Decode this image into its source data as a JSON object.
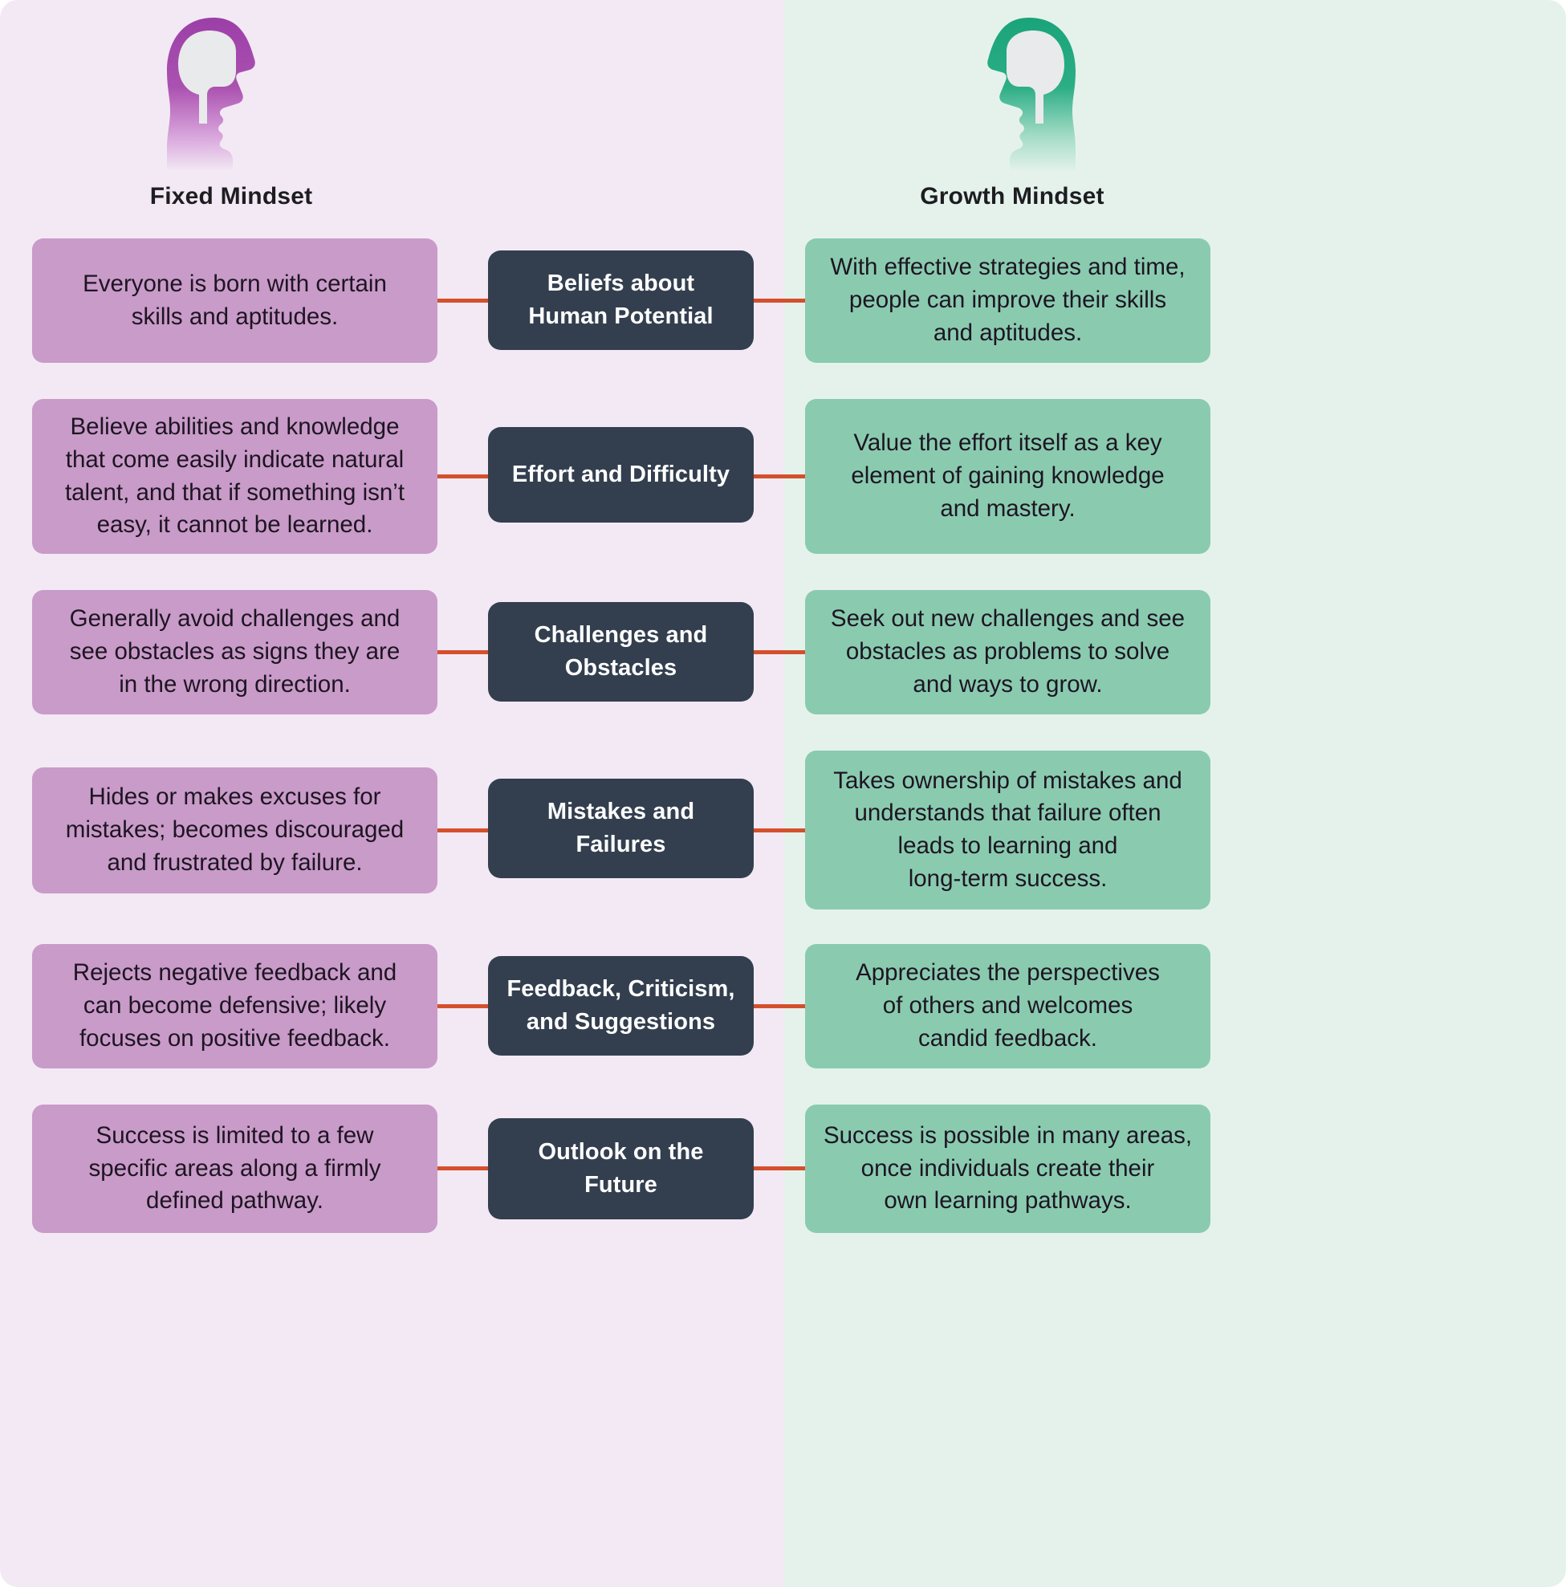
{
  "colors": {
    "background_left": "#f3e9f4",
    "background_right": "#e5f2ec",
    "card_left": "#c99bc9",
    "card_right": "#8acbb0",
    "card_center": "#333f4f",
    "connector": "#d4502c",
    "head_left_accent": "#a24fa8",
    "head_right_accent": "#20a179",
    "brain_fill": "#e9eaeb",
    "body_text": "#1d1522",
    "center_text": "#ffffff"
  },
  "columns": {
    "left": {
      "title": "Fixed Mindset",
      "icon": "head-brain-icon"
    },
    "right": {
      "title": "Growth Mindset",
      "icon": "head-brain-icon"
    }
  },
  "rows": [
    {
      "category": "Beliefs about\nHuman Potential",
      "category_lines": [
        "Beliefs about",
        "Human Potential"
      ],
      "fixed": "Everyone is born with certain skills and aptitudes.",
      "fixed_lines": [
        "Everyone is born with certain",
        "skills and aptitudes."
      ],
      "growth": "With effective strategies and time, people can improve their skills and aptitudes.",
      "growth_lines": [
        "With effective strategies and time,",
        "people can improve their skills",
        "and aptitudes."
      ]
    },
    {
      "category": "Effort and Difficulty",
      "category_lines": [
        "Effort and Difficulty"
      ],
      "fixed": "Believe abilities and knowledge that come easily indicate natural talent, and that if something isn’t easy, it cannot be learned.",
      "fixed_lines": [
        "Believe abilities and knowledge",
        "that come easily indicate natural",
        "talent, and that if something isn’t",
        "easy, it cannot be learned."
      ],
      "growth": "Value the effort itself as a key element of gaining knowledge and mastery.",
      "growth_lines": [
        "Value the effort itself as a key",
        "element of gaining knowledge",
        "and mastery."
      ]
    },
    {
      "category": "Challenges and Obstacles",
      "category_lines": [
        "Challenges and",
        "Obstacles"
      ],
      "fixed": "Generally avoid challenges and see obstacles as signs they are in the wrong direction.",
      "fixed_lines": [
        "Generally avoid challenges and",
        "see obstacles as signs they are",
        "in the wrong direction."
      ],
      "growth": "Seek out new challenges and see obstacles as problems to solve and ways to grow.",
      "growth_lines": [
        "Seek out new challenges and see",
        "obstacles as problems to solve",
        "and ways to grow."
      ]
    },
    {
      "category": "Mistakes and Failures",
      "category_lines": [
        "Mistakes and",
        "Failures"
      ],
      "fixed": "Hides or makes excuses for mistakes; becomes discouraged and frustrated by failure.",
      "fixed_lines": [
        "Hides or makes excuses for",
        "mistakes; becomes discouraged",
        "and frustrated by failure."
      ],
      "growth": "Takes ownership of mistakes and understands that failure often leads to learning and long-term success.",
      "growth_lines": [
        "Takes ownership of mistakes and",
        "understands that failure often",
        "leads to learning and",
        "long-term success."
      ]
    },
    {
      "category": "Feedback, Criticism, and Suggestions",
      "category_lines": [
        "Feedback, Criticism,",
        "and Suggestions"
      ],
      "fixed": "Rejects negative feedback and can become defensive; likely focuses on positive feedback.",
      "fixed_lines": [
        "Rejects negative feedback and",
        "can become defensive; likely",
        "focuses on positive feedback."
      ],
      "growth": "Appreciates the perspectives of others and welcomes candid feedback.",
      "growth_lines": [
        "Appreciates the perspectives",
        "of others and welcomes",
        "candid feedback."
      ]
    },
    {
      "category": "Outlook on the Future",
      "category_lines": [
        "Outlook on the",
        "Future"
      ],
      "fixed": "Success is limited to a few specific areas along a firmly defined pathway.",
      "fixed_lines": [
        "Success is limited to a few",
        "specific areas along a firmly",
        "defined pathway."
      ],
      "growth": "Success is possible in many areas, once individuals create their own learning pathways.",
      "growth_lines": [
        "Success is possible in many areas,",
        "once individuals create their",
        "own learning pathways."
      ]
    }
  ]
}
